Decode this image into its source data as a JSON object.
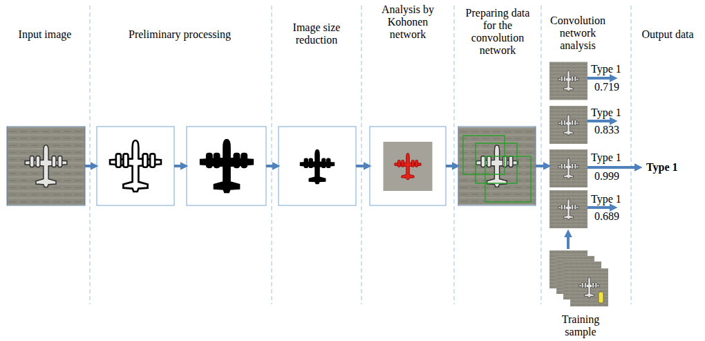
{
  "diagram": {
    "labels": [
      "Input image",
      "Preliminary processing",
      "Image size reduction",
      "Analysis by Kohonen network",
      "Preparing data for the convolution network",
      "Convolution network analysis",
      "Output data",
      "Type 1",
      "0.719",
      "Type 1",
      "0.833",
      "Type 1",
      "0.999",
      "Type 1",
      "0.689",
      "Type 1",
      "Training sample"
    ]
  }
}
